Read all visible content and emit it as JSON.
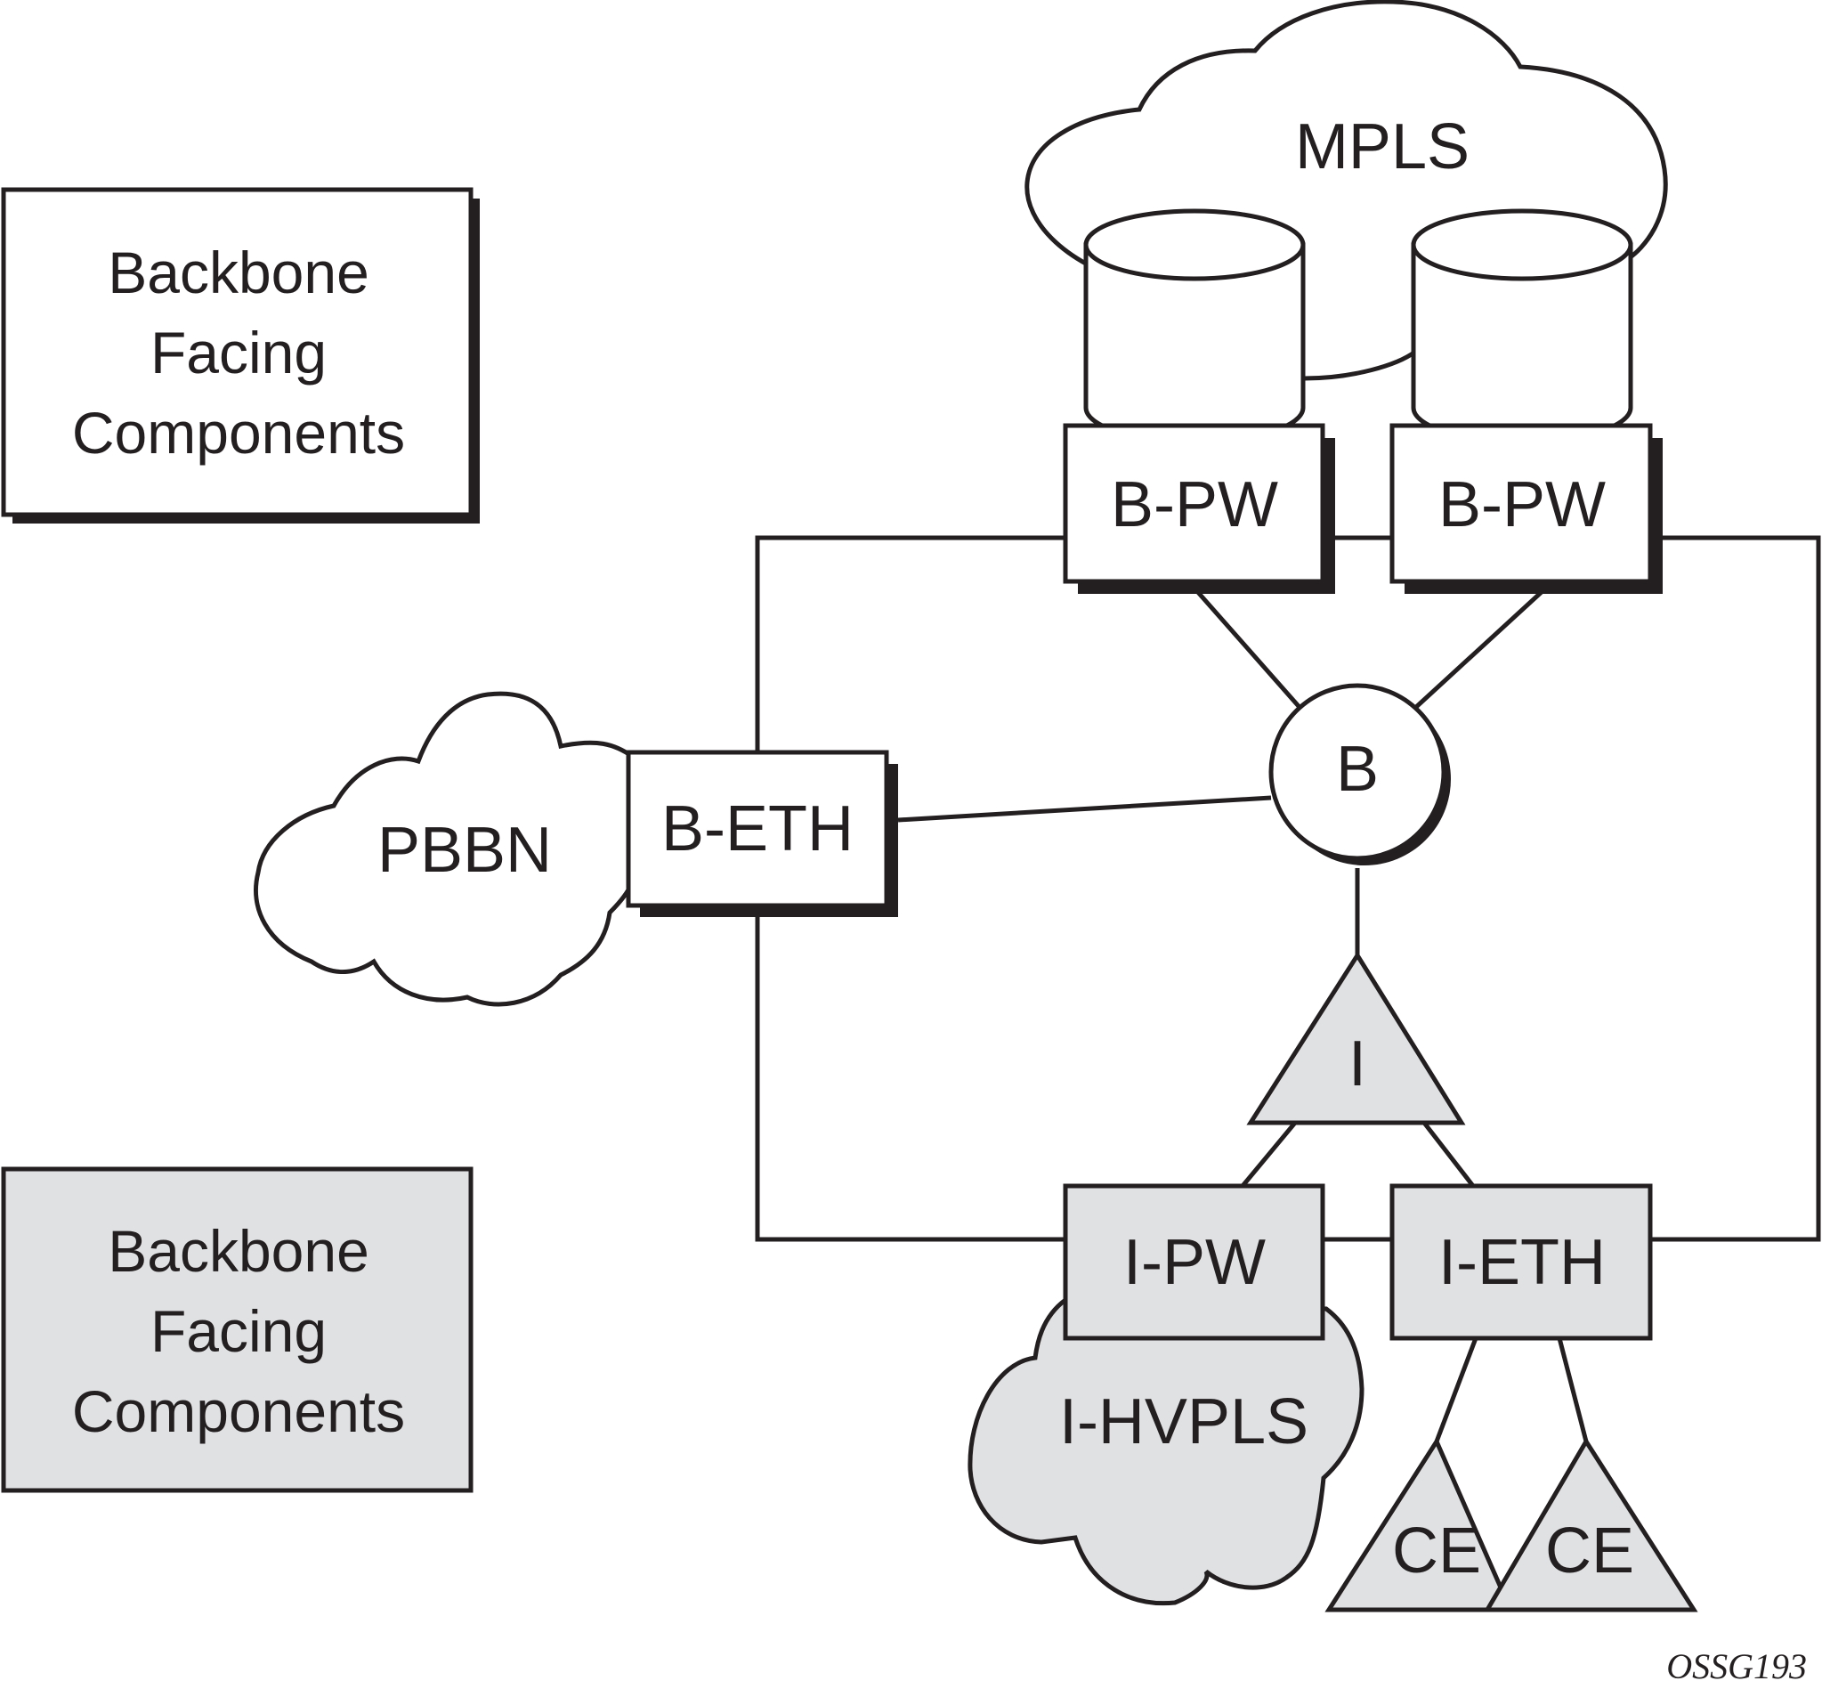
{
  "legend": {
    "white_box": {
      "lines": [
        "Backbone",
        "Facing",
        "Components"
      ]
    },
    "grey_box": {
      "lines": [
        "Backbone",
        "Facing",
        "Components"
      ]
    }
  },
  "clouds": {
    "mpls": "MPLS",
    "pbbn": "PBBN",
    "ihvpls": "I-HVPLS"
  },
  "nodes": {
    "b_pw_left": "B-PW",
    "b_pw_right": "B-PW",
    "b_eth": "B-ETH",
    "b_circle": "B",
    "i_triangle": "I",
    "i_pw": "I-PW",
    "i_eth": "I-ETH",
    "ce_left": "CE",
    "ce_right": "CE"
  },
  "colors": {
    "line": "#231f20",
    "grey_fill": "#e0e1e3",
    "white_fill": "#ffffff"
  },
  "figure_id": "OSSG193"
}
